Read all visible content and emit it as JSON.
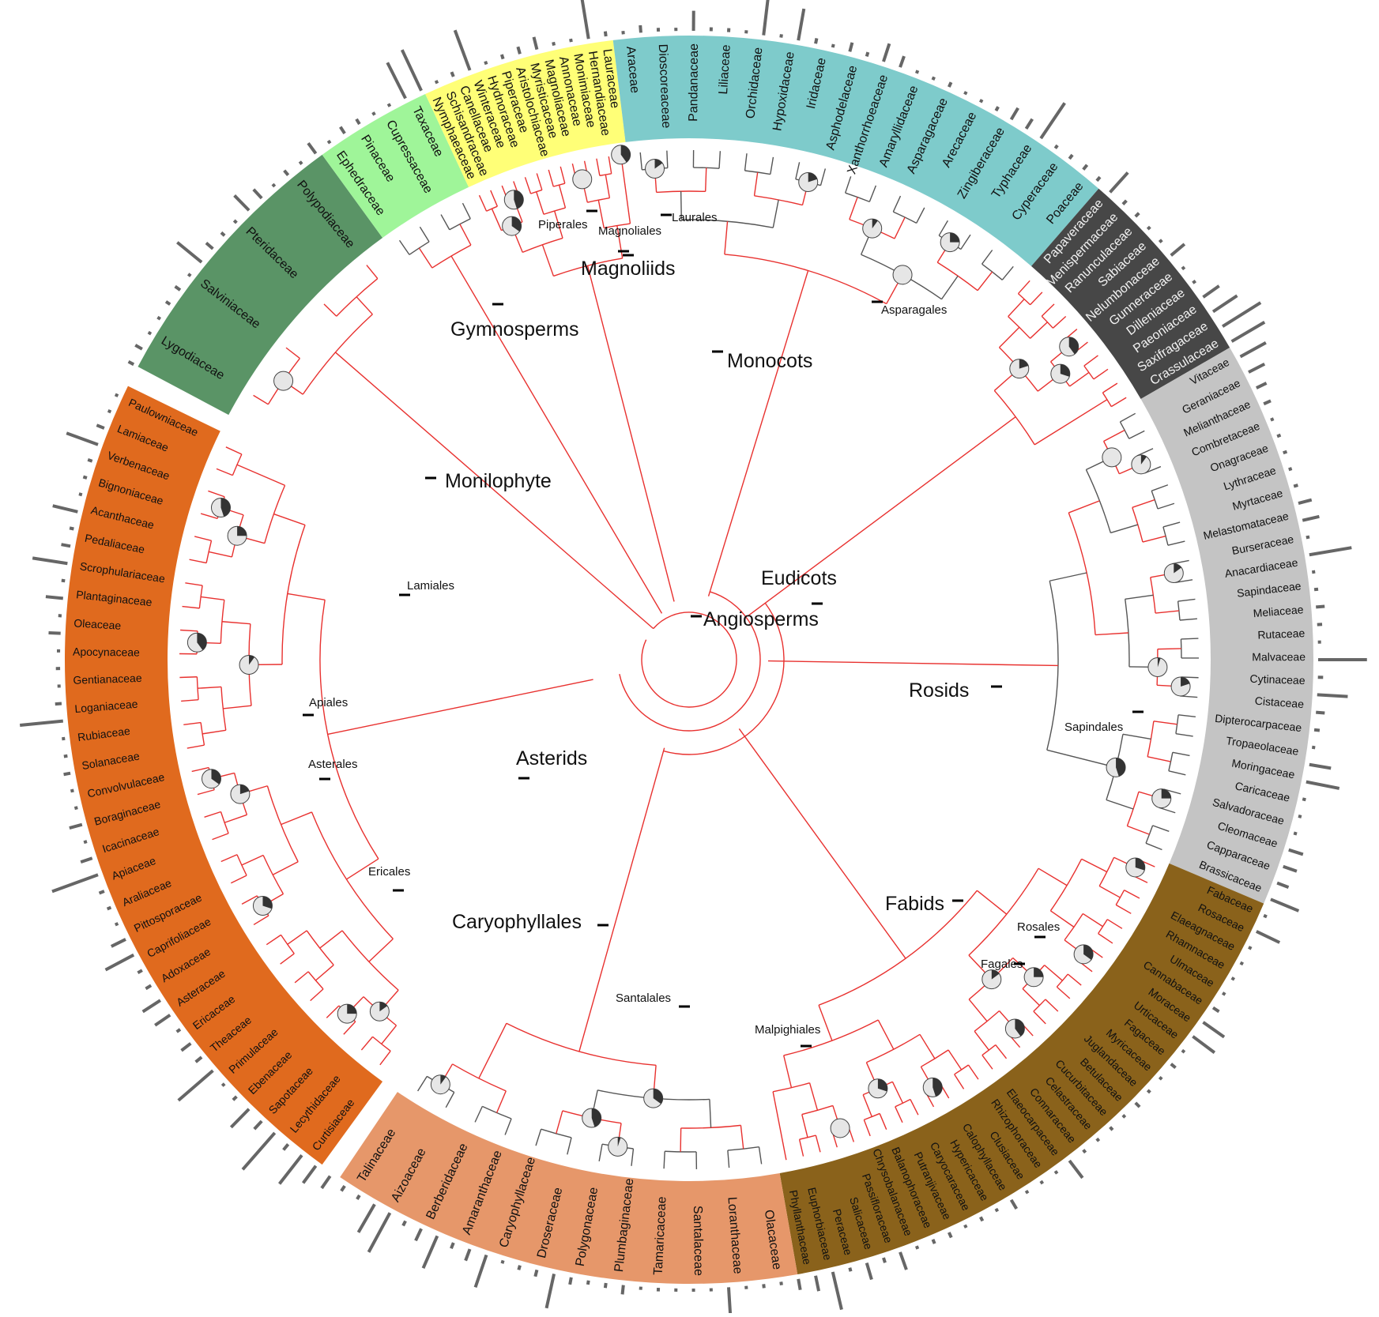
{
  "colors": {
    "branch_red": "#e8312f",
    "branch_grey": "#555555",
    "pie_light": "#e6e6e6",
    "pie_dark": "#333333"
  },
  "clades": [
    {
      "name": "Monilophyte",
      "color": "#5a9466",
      "text": "#111111",
      "families": [
        "Lygodiaceae",
        "Salviniaceae",
        "Pteridaceae",
        "Polypodiaceae"
      ]
    },
    {
      "name": "Gymnosperms",
      "color": "#9ff599",
      "text": "#111111",
      "families": [
        "Ephedraceae",
        "Pinaceae",
        "Cupressaceae",
        "Taxaceae"
      ]
    },
    {
      "name": "Magnoliids",
      "color": "#ffff77",
      "text": "#111111",
      "families": [
        "Nymphaeaceae",
        "Schisandraceae",
        "Canellaceae",
        "Winteraceae",
        "Hydnoraceae",
        "Piperaceae",
        "Aristolochiaceae",
        "Myristicaceae",
        "Magnoliaceae",
        "Annonaceae",
        "Monimiaceae",
        "Hernandiaceae",
        "Lauraceae"
      ]
    },
    {
      "name": "Monocots",
      "color": "#7ecbcb",
      "text": "#111111",
      "families": [
        "Araceae",
        "Dioscoreaceae",
        "Pandanaceae",
        "Liliaceae",
        "Orchidaceae",
        "Hypoxidaceae",
        "Iridaceae",
        "Asphodelaceae",
        "Xanthorrhoeaceae",
        "Amaryllidaceae",
        "Asparagaceae",
        "Arecaceae",
        "Zingiberaceae",
        "Typhaceae",
        "Cyperaceae",
        "Poaceae"
      ]
    },
    {
      "name": "Eudicots",
      "color": "#474747",
      "text": "#f2f2f2",
      "families": [
        "Papaveraceae",
        "Menispermaceae",
        "Ranunculaceae",
        "Sabiaceae",
        "Nelumbonaceae",
        "Gunneraceae",
        "Dilleniaceae",
        "Paeoniaceae",
        "Saxifragaceae",
        "Crassulaceae"
      ]
    },
    {
      "name": "Rosids",
      "color": "#c4c4c4",
      "text": "#111111",
      "families": [
        "Vitaceae",
        "Geraniaceae",
        "Melianthaceae",
        "Combretaceae",
        "Onagraceae",
        "Lythraceae",
        "Myrtaceae",
        "Melastomataceae",
        "Burseraceae",
        "Anacardiaceae",
        "Sapindaceae",
        "Meliaceae",
        "Rutaceae",
        "Malvaceae",
        "Cytinaceae",
        "Cistaceae",
        "Dipterocarpaceae",
        "Tropaeolaceae",
        "Moringaceae",
        "Caricaceae",
        "Salvadoraceae",
        "Cleomaceae",
        "Capparaceae",
        "Brassicaceae"
      ]
    },
    {
      "name": "Fabids",
      "color": "#8a621b",
      "text": "#111111",
      "families": [
        "Fabaceae",
        "Rosaceae",
        "Elaeagnaceae",
        "Rhamnaceae",
        "Ulmaceae",
        "Cannabaceae",
        "Moraceae",
        "Urticaceae",
        "Fagaceae",
        "Myricaceae",
        "Juglandaceae",
        "Betulaceae",
        "Cucurbitaceae",
        "Celastraceae",
        "Connaraceae",
        "Elaeocarpaceae",
        "Rhizophoraceae",
        "Clusiaceae",
        "Calophyllaceae",
        "Hypericaceae",
        "Caryocaraceae",
        "Putranjivaceae",
        "Balanophoraceae",
        "Chrysobalanaceae",
        "Passifloraceae",
        "Salicaceae",
        "Peraceae",
        "Euphorbiaceae",
        "Phyllanthaceae"
      ]
    },
    {
      "name": "Caryophyllales",
      "color": "#e6976a",
      "text": "#111111",
      "families": [
        "Olacaceae",
        "Loranthaceae",
        "Santalaceae",
        "Tamaricaceae",
        "Plumbaginaceae",
        "Polygonaceae",
        "Droseraceae",
        "Caryophyllaceae",
        "Amaranthaceae",
        "Berberidaceae",
        "Aizoaceae",
        "Talinaceae"
      ]
    },
    {
      "name": "Asterids",
      "color": "#e06a1e",
      "text": "#111111",
      "families": [
        "Curtisiaceae",
        "Lecythidaceae",
        "Sapotaceae",
        "Ebenaceae",
        "Primulaceae",
        "Theaceae",
        "Ericaceae",
        "Asteraceae",
        "Adoxaceae",
        "Caprifoliaceae",
        "Pittosporaceae",
        "Araliaceae",
        "Apiaceae",
        "Icacinaceae",
        "Boraginaceae",
        "Convolvulaceae",
        "Solanaceae",
        "Rubiaceae",
        "Loganiaceae",
        "Gentianaceae",
        "Apocynaceae",
        "Oleaceae",
        "Plantaginaceae",
        "Scrophulariaceae",
        "Pedaliaceae",
        "Acanthaceae",
        "Bignoniaceae",
        "Verbenaceae",
        "Lamiaceae",
        "Paulowniaceae"
      ]
    }
  ],
  "group_labels": [
    {
      "text": "Monilophyte",
      "size": "large"
    },
    {
      "text": "Gymnosperms",
      "size": "large"
    },
    {
      "text": "Magnoliids",
      "size": "large"
    },
    {
      "text": "Monocots",
      "size": "large"
    },
    {
      "text": "Eudicots",
      "size": "large"
    },
    {
      "text": "Angiosperms",
      "size": "large"
    },
    {
      "text": "Rosids",
      "size": "large"
    },
    {
      "text": "Fabids",
      "size": "large"
    },
    {
      "text": "Asterids",
      "size": "large"
    },
    {
      "text": "Caryophyllales",
      "size": "large"
    },
    {
      "text": "Piperales",
      "size": "small"
    },
    {
      "text": "Magnoliales",
      "size": "small"
    },
    {
      "text": "Laurales",
      "size": "small"
    },
    {
      "text": "Asparagales",
      "size": "small"
    },
    {
      "text": "Lamiales",
      "size": "small"
    },
    {
      "text": "Apiales",
      "size": "small"
    },
    {
      "text": "Asterales",
      "size": "small"
    },
    {
      "text": "Ericales",
      "size": "small"
    },
    {
      "text": "Sapindales",
      "size": "small"
    },
    {
      "text": "Rosales",
      "size": "small"
    },
    {
      "text": "Fagales",
      "size": "small"
    },
    {
      "text": "Malpighiales",
      "size": "small"
    },
    {
      "text": "Santalales",
      "size": "small"
    }
  ]
}
